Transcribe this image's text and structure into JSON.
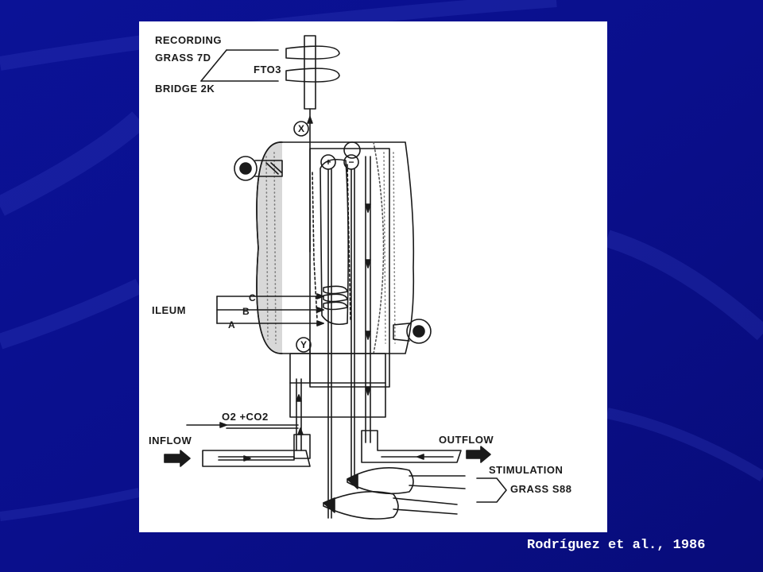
{
  "slide": {
    "background_color": "#0a0f8c",
    "citation": "Rodríguez et al., 1986"
  },
  "figure": {
    "labels": {
      "recording_line1": "RECORDING",
      "recording_line2": "GRASS 7D",
      "bridge": "BRIDGE 2K",
      "transducer": "FTO3",
      "point_x": "X",
      "point_y": "Y",
      "electrode_plus": "+",
      "electrode_minus": "−",
      "ileum": "ILEUM",
      "thread_c": "C",
      "thread_b": "B",
      "thread_a": "A",
      "gas": "O2 +CO2",
      "inflow": "INFLOW",
      "outflow": "OUTFLOW",
      "stimulation_line1": "STIMULATION",
      "stimulation_line2": "GRASS S88"
    }
  }
}
